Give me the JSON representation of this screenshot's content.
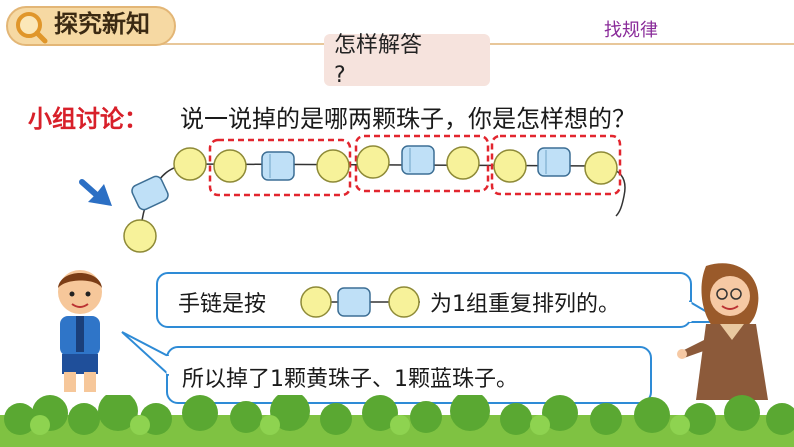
{
  "header": {
    "title": "探究新知"
  },
  "topic": {
    "label": "找规律"
  },
  "question": {
    "text": "怎样解答",
    "mark": "?"
  },
  "discussion": {
    "prefix": "小组讨论：",
    "text": "说一说掉的是哪两颗珠子，你是怎样想的？"
  },
  "panel_top": {
    "before": "手链是按",
    "after": "为1组重复排列的。"
  },
  "panel_bottom": {
    "text": "所以掉了1颗黄珠子、1颗蓝珠子。"
  },
  "colors": {
    "yellow_bead": "#f7f29a",
    "blue_bead": "#bfe0f7",
    "group_border": "#e2252e",
    "panel_border": "#2e8bd6",
    "accent_red": "#d8202a",
    "topic_purple": "#8a2c9a"
  }
}
